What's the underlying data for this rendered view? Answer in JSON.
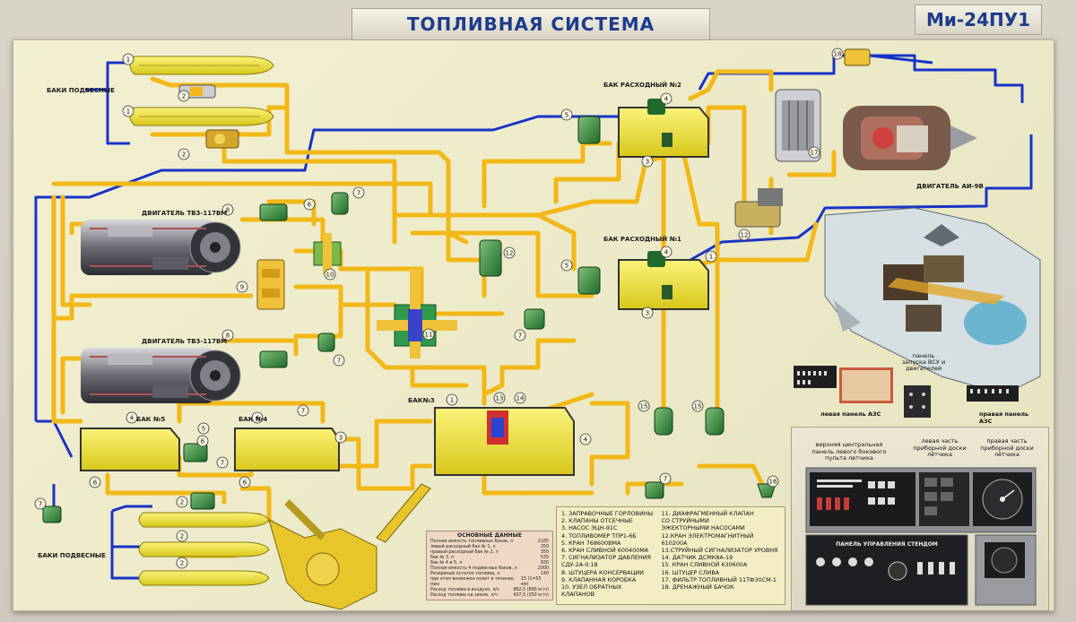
{
  "header": {
    "title": "ТОПЛИВНАЯ СИСТЕМА",
    "model": "Ми-24ПУ1"
  },
  "labels": {
    "drop_tanks_top": "БАКИ ПОДВЕСНЫЕ",
    "drop_tanks_bottom": "БАКИ ПОДВЕСНЫЕ",
    "engine_upper": "ДВИГАТЕЛЬ ТВ3-117ВМ",
    "engine_lower": "ДВИГАТЕЛЬ ТВ3-117ВМ",
    "engine_apu": "ДВИГАТЕЛЬ АИ-9В",
    "tank_supply2": "БАК РАСХОДНЫЙ №2",
    "tank_supply1": "БАК РАСХОДНЫЙ №1",
    "tank3": "БАК№3",
    "tank5": "БАК №5",
    "tank4": "БАК №4",
    "left_azs": "левая панель АЗС",
    "apu_panel": "панель запуска ВСУ и двигателей",
    "right_azs": "правая панель АЗС",
    "upper_central": "верхняя центральная панель левого бокового пульта летчика",
    "left_dash": "левая часть приборной доски лётчика",
    "right_dash": "правая часть приборной доски лётчика",
    "stand_panel": "ПАНЕЛЬ УПРАВЛЕНИЯ СТЕНДОМ"
  },
  "numbers": {
    "n1": "1",
    "n2": "2",
    "n3": "3",
    "n4": "4",
    "n5": "5",
    "n6": "6",
    "n7": "7",
    "n8": "8",
    "n9": "9",
    "n10": "10",
    "n11": "11",
    "n12": "12",
    "n13": "13",
    "n14": "14",
    "n15": "15",
    "n16": "16",
    "n17": "17",
    "n18": "18"
  },
  "legend": {
    "col1": [
      "1. ЗАПРАВОЧНЫЕ ГОРЛОВИНЫ",
      "2. КЛАПАНЫ ОТСЕЧНЫЕ",
      "3. НАСОС ЭЦН-91С",
      "4. ТОПЛИВОМЕР ТПР1-6Б",
      "5. КРАН 768600ВМА",
      "6. КРАН СЛИВНОЙ 600400МА",
      "7. СИГНАЛИЗАТОР ДАВЛЕНИЯ",
      "   СДУ-2А-0.18",
      "8. ШТУЦЕРА КОНСЕРВАЦИИ",
      "9. КЛАПАННАЯ КОРОБКА",
      "10. УЗЕЛ ОБРАТНЫХ КЛАПАНОВ"
    ],
    "col2": [
      "11. ДИАФРАГМЕННЫЙ КЛАПАН",
      "      СО СТРУЙНЫМИ",
      "      ЭЖЕКТОРНЫМИ НАСОСАМИ",
      "12.КРАН ЭЛЕКТРОМАГНИТНЫЙ 610200А",
      "13.СТРУЙНЫЙ СИГНАЛИЗАТОР УРОВНЯ",
      "14. ДАТЧИК ДСМК8А-19",
      "15. КРАН СЛИВНОЙ 630600А",
      "16. ШТУЦЕР СЛИВА",
      "17. ФИЛЬТР ТОПЛИВНЫЙ 11ТФ30СМ-1",
      "18. ДРЕНАЖНЫЙ БАЧОК"
    ]
  },
  "data_panel": {
    "title": "ОСНОВНЫЕ ДАННЫЕ",
    "rows": [
      {
        "k": "Полная емкость топливных баков, л",
        "v": "2165"
      },
      {
        "k": "левый расходный бак № 1, л",
        "v": "350"
      },
      {
        "k": "правый расходный бак № 2, л",
        "v": "350"
      },
      {
        "k": "бак № 3, л",
        "v": "535"
      },
      {
        "k": "бак № 4 и 5, л",
        "v": "930"
      },
      {
        "k": "Полная емкость 4 подвесных баков, л",
        "v": "2000"
      },
      {
        "k": "Резервный остаток топлива, л",
        "v": "140"
      },
      {
        "k": "при этом возможен полет в течение, мин",
        "v": "15 (1=55 км)"
      },
      {
        "k": "Расход топлива в воздухе, л/ч",
        "v": "862,5 (690 кг/ч)"
      },
      {
        "k": "Расход топлива на земле, л/ч",
        "v": "437,5 (350 кг/ч)"
      }
    ]
  },
  "colors": {
    "fuel_line": "#f2b817",
    "drain_line": "#1733c8",
    "tank_fill": "#f0e63a",
    "valve": "#3a8a3a",
    "title_text": "#1d3b8c"
  }
}
